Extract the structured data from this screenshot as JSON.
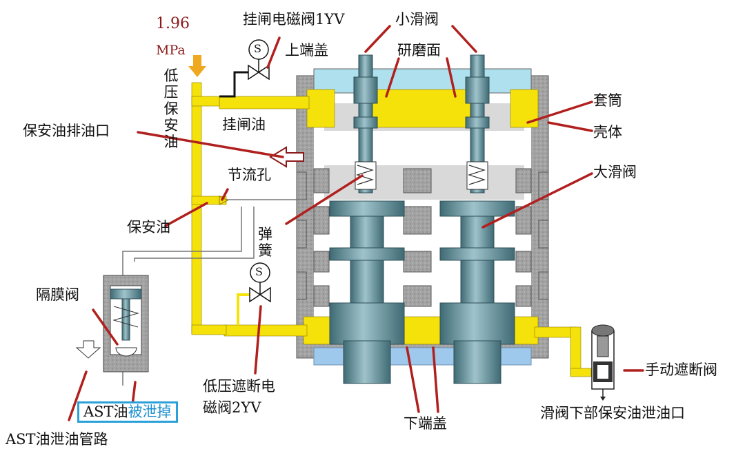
{
  "pressure": {
    "value": "1.96",
    "unit": "MPa"
  },
  "labels": {
    "solenoid_1yv": "挂闸电磁阀1YV",
    "small_slide_valve": "小滑阀",
    "upper_cover": "上端盖",
    "lapped_surface": "研磨面",
    "low_pressure_safety_oil": "低压保安油",
    "safety_oil_drain_port": "保安油排油口",
    "trip_oil": "挂闸油",
    "orifice": "节流孔",
    "safety_oil": "保安油",
    "spring": "弹簧",
    "sleeve": "套筒",
    "shell": "壳体",
    "big_slide_valve": "大滑阀",
    "diaphragm_valve": "隔膜阀",
    "ast_prefix": "AST油",
    "ast_drained": "被泄掉",
    "ast_drain_pipe": "AST油泄油管路",
    "solenoid_2yv_line1": "低压遮断电",
    "solenoid_2yv_line2": "磁阀2YV",
    "lower_cover": "下端盖",
    "manual_trip_valve": "手动遮断阀",
    "lower_drain_port": "滑阀下部保安油泄油口",
    "solenoid_symbol": "S"
  },
  "colors": {
    "oil_yellow": "#f5e20a",
    "body_gray": "#9a9a9a",
    "valve_steel": "#6f99a3",
    "cover_cyan": "#aee0ee",
    "bottom_blue": "#9ec8ec",
    "pointer_red": "#b0201e",
    "arrow_orange": "#f0a820",
    "accent_blue": "#2aa0d8"
  }
}
